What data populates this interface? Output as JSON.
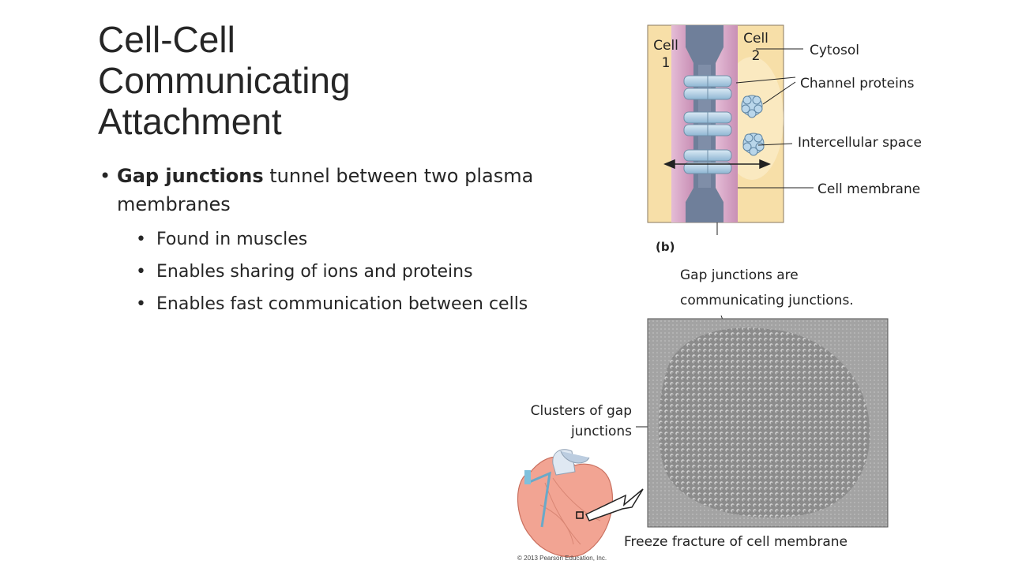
{
  "slide": {
    "title_lines": [
      "Cell-Cell",
      "Communicating",
      "Attachment"
    ],
    "bullet": {
      "bold": "Gap junctions",
      "rest": " tunnel between two plasma membranes"
    },
    "sub_bullets": [
      "Found in muscles",
      "Enables sharing of ions and proteins",
      "Enables fast communication between cells"
    ]
  },
  "figure_b": {
    "cell1": [
      "Cell",
      "1"
    ],
    "cell2": [
      "Cell",
      "2"
    ],
    "labels": {
      "cytosol": "Cytosol",
      "channel_proteins": "Channel proteins",
      "intercellular_space": "Intercellular space",
      "cell_membrane": "Cell membrane"
    },
    "panel_letter": "(b)",
    "caption_lines": [
      "Gap junctions are",
      "communicating junctions."
    ]
  },
  "micrograph": {
    "cluster_label_lines": [
      "Clusters of gap",
      "junctions"
    ],
    "caption": "Freeze fracture of cell membrane"
  },
  "copyright": "© 2013 Pearson Education, Inc.",
  "colors": {
    "cytosol_bg": "#f7dfa8",
    "membrane": "#d9a8c8",
    "channel": "#b9d6ea",
    "space": "#6f7f9a"
  }
}
